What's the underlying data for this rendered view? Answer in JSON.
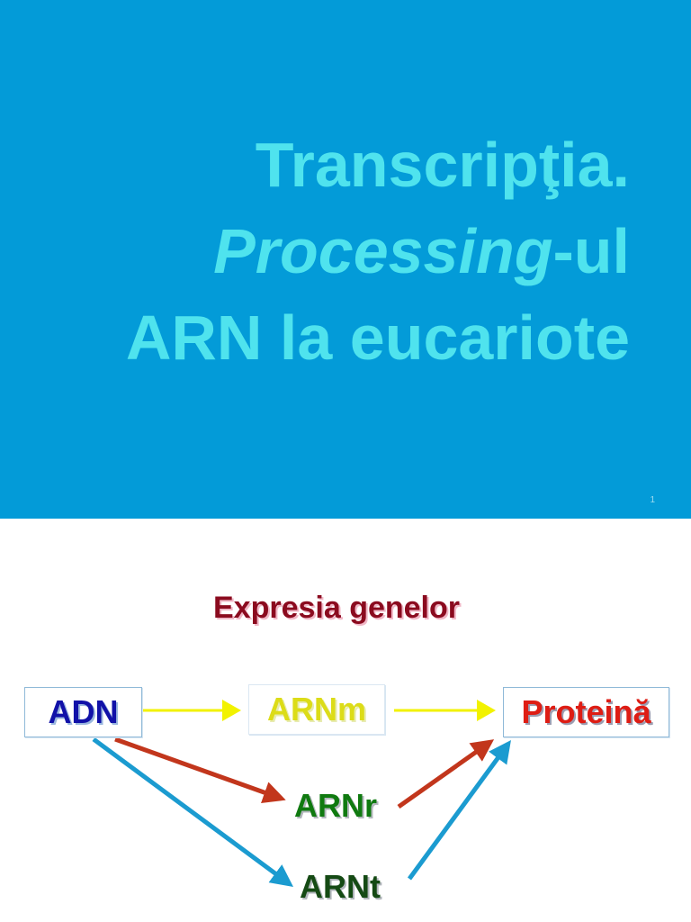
{
  "slide1": {
    "title_line1": "Transcripţia.",
    "title_line2_italic": "Processing",
    "title_line2_rest": "-ul",
    "title_line3": "ARN la eucariote",
    "page_number": "1"
  },
  "slide2": {
    "title": "Expresia genelor",
    "nodes": {
      "adn": "ADN",
      "arnm": "ARNm",
      "proteina": "Proteină",
      "arnr": "ARNr",
      "arnt": "ARNt"
    }
  },
  "colors": {
    "slide_background": "#039bd8",
    "title_text": "#4fe3ee",
    "subtitle_text": "#8b0b1f",
    "adn_text": "#1111a8",
    "arnm_text": "#dcdc18",
    "proteina_text": "#de1d14",
    "arnr_text": "#107a10",
    "arnt_text": "#154a14",
    "arrow_yellow": "#f2f200",
    "arrow_red": "#c2361c",
    "arrow_blue": "#1b9bd0"
  }
}
